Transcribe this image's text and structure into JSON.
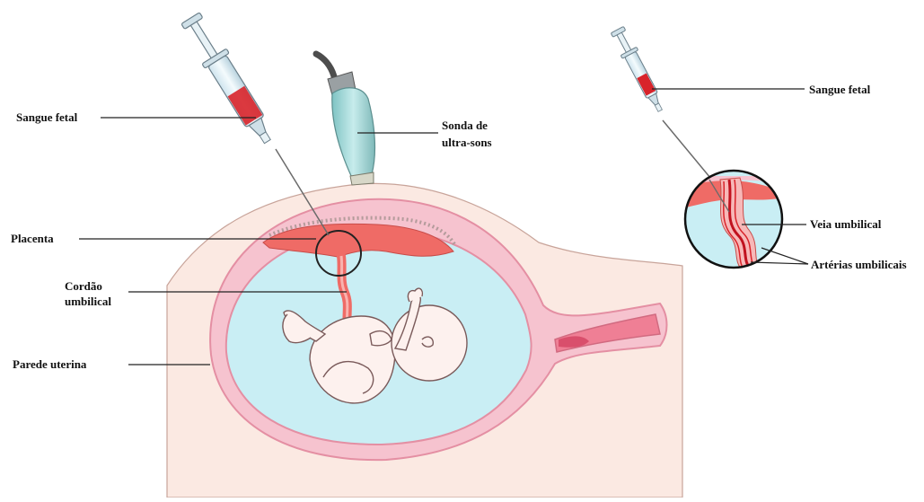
{
  "labels": {
    "sangue_fetal_left": "Sangue fetal",
    "sonda_line1": "Sonda de",
    "sonda_line2": "ultra-sons",
    "placenta": "Placenta",
    "cordao_line1": "Cordão",
    "cordao_line2": "umbilical",
    "parede_uterina": "Parede uterina",
    "sangue_fetal_right": "Sangue fetal",
    "veia_umbilical": "Veia umbilical",
    "arterias_umbilicais": "Artérias umbilicais"
  },
  "colors": {
    "amniotic_fluid": "#c9eef4",
    "uterine_wall": "#f6c3cf",
    "uterine_outline": "#e48fa3",
    "abdomen": "#fbe9e2",
    "placenta": "#ef6b66",
    "fetus_fill": "#fdf1ee",
    "fetus_outline": "#7a5a5a",
    "probe": "#9fd6d6",
    "blood": "#d8232a",
    "leader_line": "#222222"
  }
}
